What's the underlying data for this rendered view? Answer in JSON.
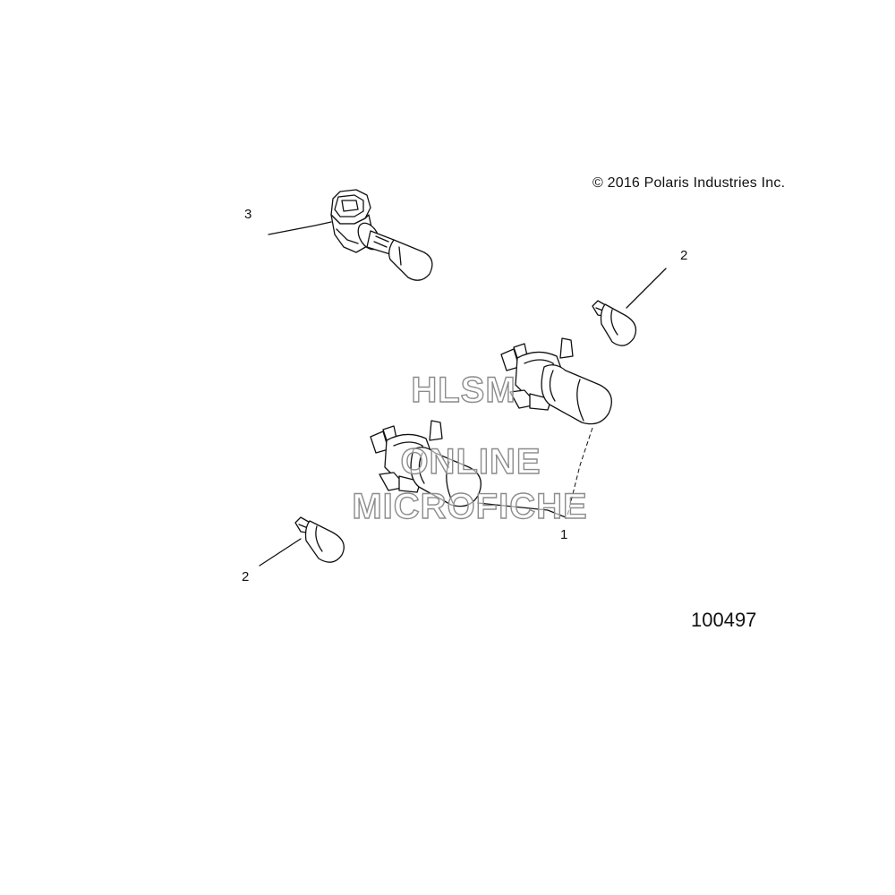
{
  "copyright": "© 2016 Polaris Industries Inc.",
  "figure_number": "100497",
  "callouts": {
    "headlight_bulb": "1",
    "small_bulb_top": "2",
    "small_bulb_bottom": "2",
    "socket_bulb": "3"
  },
  "watermark": {
    "line1": "HLSM",
    "line2": "ONLINE",
    "line3": "MICROFICHE"
  }
}
